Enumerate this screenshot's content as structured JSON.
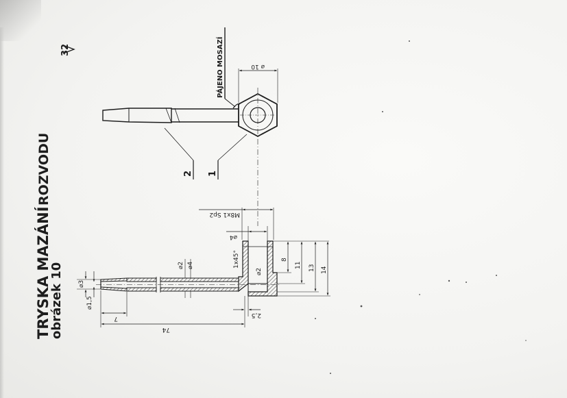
{
  "title": {
    "line1_part1": "TRYSKA MAZÁNÍ",
    "line1_part2": "ROZVODU",
    "line2": "obrázek 10"
  },
  "page_number": "32",
  "annotation": "PÁJENO MOSAZÍ",
  "part_labels": {
    "part1": "1",
    "part2": "2"
  },
  "dimensions": {
    "hex_flat": "⌀ 10",
    "thread": "M8x1 Sp2",
    "hole_d4": "⌀4",
    "chamfer": "1x45°",
    "inner_d2": "⌀2",
    "len_8": "8",
    "len_11": "11",
    "len_13": "13",
    "len_14": "14",
    "tube_d2": "⌀2",
    "tube_d4": "⌀4",
    "tip_d3": "⌀3",
    "tip_d15": "⌀1,5",
    "len_7": "7",
    "len_74": "74",
    "len_25": "2,5"
  },
  "colors": {
    "ink": "#1d1d1d",
    "paper": "#f2f2f0",
    "hatch": "#3a3a3a"
  }
}
